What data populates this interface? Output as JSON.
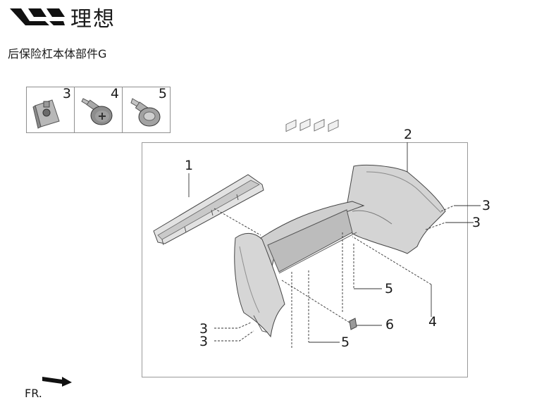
{
  "brand": {
    "text": "理想",
    "logo_icon": "li-auto-logo-icon"
  },
  "page_title": "后保险杠本体部件G",
  "legend": [
    {
      "number": "3",
      "icon": "clip-nut-icon"
    },
    {
      "number": "4",
      "icon": "screw-icon"
    },
    {
      "number": "5",
      "icon": "push-rivet-icon"
    }
  ],
  "callouts": {
    "c1": "1",
    "c2": "2",
    "c3a": "3",
    "c3b": "3",
    "c3c": "3",
    "c3d": "3",
    "c4": "4",
    "c5a": "5",
    "c5b": "5",
    "c6": "6"
  },
  "direction": {
    "label": "FR.",
    "icon": "front-arrow-icon"
  }
}
